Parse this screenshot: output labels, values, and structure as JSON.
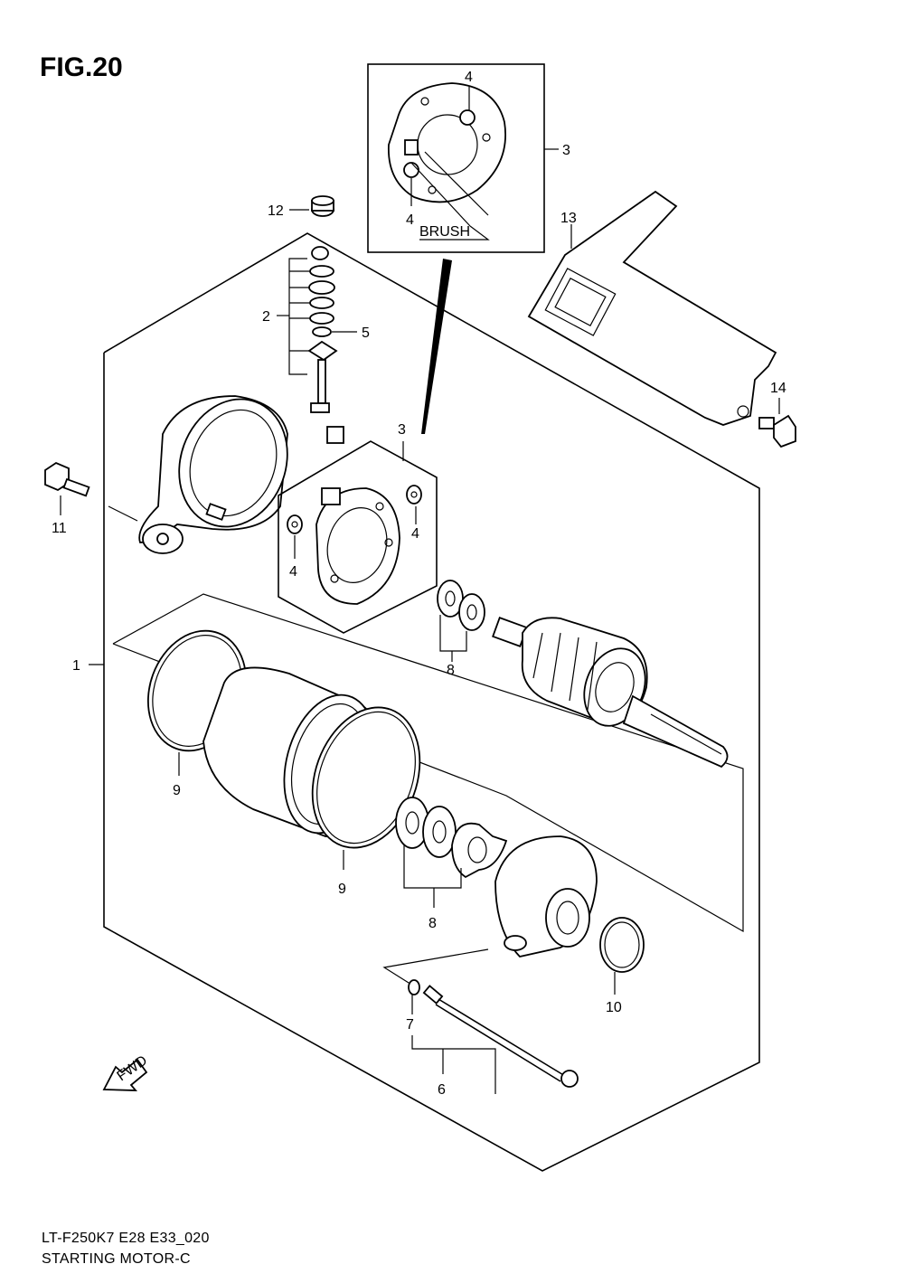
{
  "figure": {
    "title": "FIG.20"
  },
  "footer": {
    "model_code": "LT-F250K7 E28 E33_020",
    "caption": "STARTING MOTOR-C"
  },
  "inset": {
    "brush_label": "BRUSH"
  },
  "fwd_label": "FWD",
  "callouts": {
    "c1": "1",
    "c2": "2",
    "c3_inset": "3",
    "c3_main": "3",
    "c4_inset_top": "4",
    "c4_inset_bottom": "4",
    "c4_main_left": "4",
    "c4_main_right": "4",
    "c5": "5",
    "c6": "6",
    "c7": "7",
    "c8_upper": "8",
    "c8_lower": "8",
    "c9_upper": "9",
    "c9_lower": "9",
    "c10": "10",
    "c11": "11",
    "c12": "12",
    "c13": "13",
    "c14": "14"
  }
}
